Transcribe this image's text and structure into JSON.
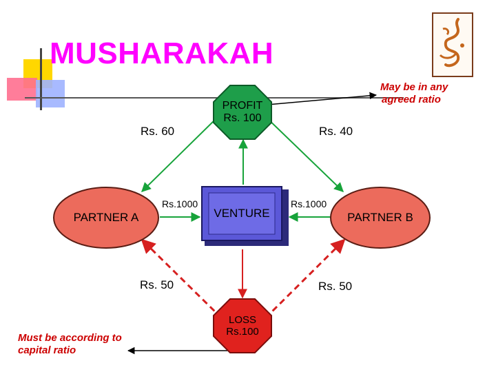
{
  "title": "MUSHARAKAH",
  "nodes": {
    "profit": {
      "line1": "PROFIT",
      "line2": "Rs. 100"
    },
    "loss": {
      "line1": "LOSS",
      "line2": "Rs.100"
    },
    "venture": "VENTURE",
    "partner_a": "PARTNER A",
    "partner_b": "PARTNER B"
  },
  "labels": {
    "profit_a": "Rs. 60",
    "profit_b": "Rs. 40",
    "invest_a": "Rs.1000",
    "invest_b": "Rs.1000",
    "loss_a": "Rs. 50",
    "loss_b": "Rs. 50"
  },
  "notes": {
    "profit_ratio": {
      "line1": "May be in any",
      "line2": "agreed ratio"
    },
    "loss_ratio": {
      "line1": "Must be according to",
      "line2": "capital ratio"
    }
  },
  "colors": {
    "title": "#ff00ff",
    "profit_octagon": "#1e9e4a",
    "loss_octagon": "#e0221e",
    "partner_fill": "#ec6b5c",
    "venture_fill": "#5b58d8",
    "green_arrow": "#17a33a",
    "red_dashed": "#d62020",
    "note_text": "#cc0000"
  },
  "logo": "arabic-calligraphy-logo"
}
